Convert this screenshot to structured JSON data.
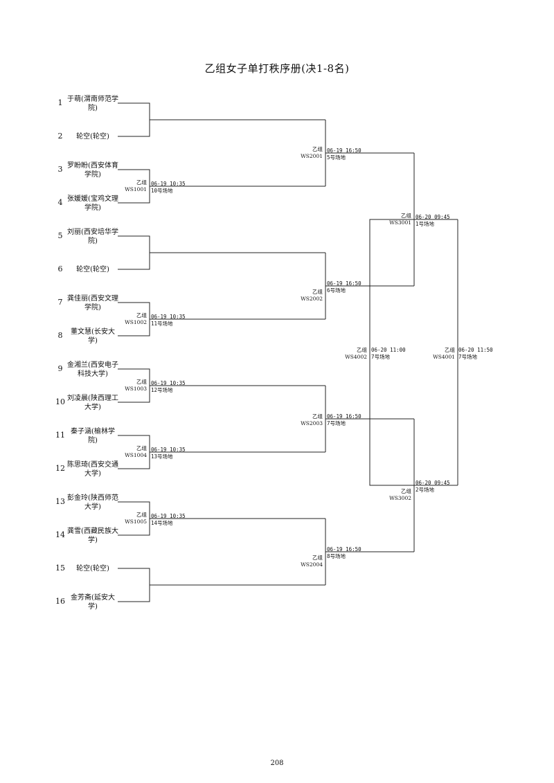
{
  "title": "乙组女子单打秩序册(决1-8名)",
  "page_number": "208",
  "players": [
    {
      "seed": "1",
      "name": "于萌(渭南师范学院)"
    },
    {
      "seed": "2",
      "name": "轮空(轮空)"
    },
    {
      "seed": "3",
      "name": "罗盼盼(西安体育学院)"
    },
    {
      "seed": "4",
      "name": "张媛媛(宝鸡文理学院)"
    },
    {
      "seed": "5",
      "name": "刘丽(西安培华学院)"
    },
    {
      "seed": "6",
      "name": "轮空(轮空)"
    },
    {
      "seed": "7",
      "name": "龚佳丽(西安文理学院)"
    },
    {
      "seed": "8",
      "name": "董文慧(长安大学)"
    },
    {
      "seed": "9",
      "name": "金湘兰(西安电子科技大学)"
    },
    {
      "seed": "10",
      "name": "刘凌晨(陕西理工大学)"
    },
    {
      "seed": "11",
      "name": "秦子涵(榆林学院)"
    },
    {
      "seed": "12",
      "name": "陈思琦(西安交通大学)"
    },
    {
      "seed": "13",
      "name": "彭金玲(陕西师范大学)"
    },
    {
      "seed": "14",
      "name": "龚雪(西藏民族大学)"
    },
    {
      "seed": "15",
      "name": "轮空(轮空)"
    },
    {
      "seed": "16",
      "name": "金芳斋(延安大学)"
    }
  ],
  "matches": [
    {
      "group": "乙组",
      "code": "WS1001",
      "time": "06-19 10:35",
      "venue": "10号场地"
    },
    {
      "group": "乙组",
      "code": "WS1002",
      "time": "06-19 10:35",
      "venue": "11号场地"
    },
    {
      "group": "乙组",
      "code": "WS1003",
      "time": "06-19 10:35",
      "venue": "12号场地"
    },
    {
      "group": "乙组",
      "code": "WS1004",
      "time": "06-19 10:35",
      "venue": "13号场地"
    },
    {
      "group": "乙组",
      "code": "WS1005",
      "time": "06-19 10:35",
      "venue": "14号场地"
    },
    {
      "group": "乙组",
      "code": "WS2001",
      "time": "06-19 16:50",
      "venue": "5号场地"
    },
    {
      "group": "乙组",
      "code": "WS2002",
      "time": "06-19 16:50",
      "venue": "6号场地"
    },
    {
      "group": "乙组",
      "code": "WS2003",
      "time": "06-19 16:50",
      "venue": "7号场地"
    },
    {
      "group": "乙组",
      "code": "WS2004",
      "time": "06-19 16:50",
      "venue": "8号场地"
    },
    {
      "group": "乙组",
      "code": "WS3001",
      "time": "06-20 09:45",
      "venue": "1号场地"
    },
    {
      "group": "乙组",
      "code": "WS3002",
      "time": "06-20 09:45",
      "venue": "2号场地"
    },
    {
      "group": "乙组",
      "code": "WS4002",
      "time": "06-20 11:00",
      "venue": "7号场地"
    },
    {
      "group": "乙组",
      "code": "WS4001",
      "time": "06-20 11:50",
      "venue": "7号场地"
    }
  ]
}
